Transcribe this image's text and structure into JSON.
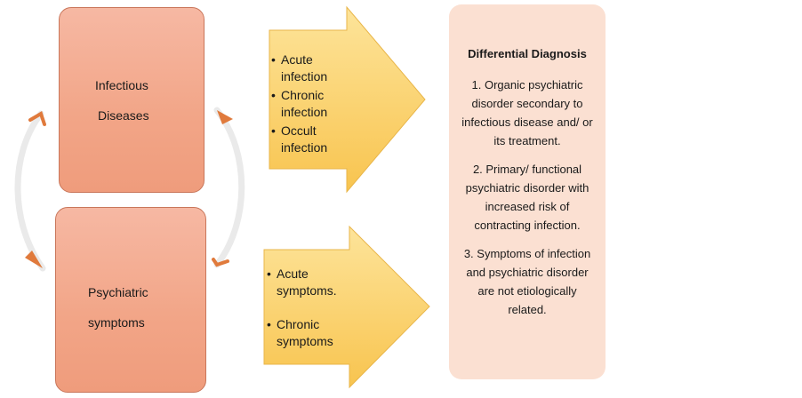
{
  "boxes": {
    "infectious": [
      "Infectious",
      "Diseases"
    ],
    "psychiatric": [
      "Psychiatric",
      "symptoms"
    ]
  },
  "infection_list": [
    "Acute infection",
    "Chronic infection",
    "Occult infection"
  ],
  "symptom_list": [
    "Acute symptoms.",
    "Chronic symptoms"
  ],
  "diagnosis": {
    "title": "Differential Diagnosis",
    "items": [
      "1. Organic psychiatric disorder secondary to infectious disease and/ or its treatment.",
      "2. Primary/ functional psychiatric disorder with increased risk of contracting infection.",
      "3. Symptoms of infection and psychiatric disorder are not etiologically related."
    ]
  },
  "colors": {
    "box_fill": "#f2a587",
    "arrow_fill": "#fcd36e",
    "panel_fill": "#fbe0d2",
    "curve_arrow": "#e07a3c"
  }
}
